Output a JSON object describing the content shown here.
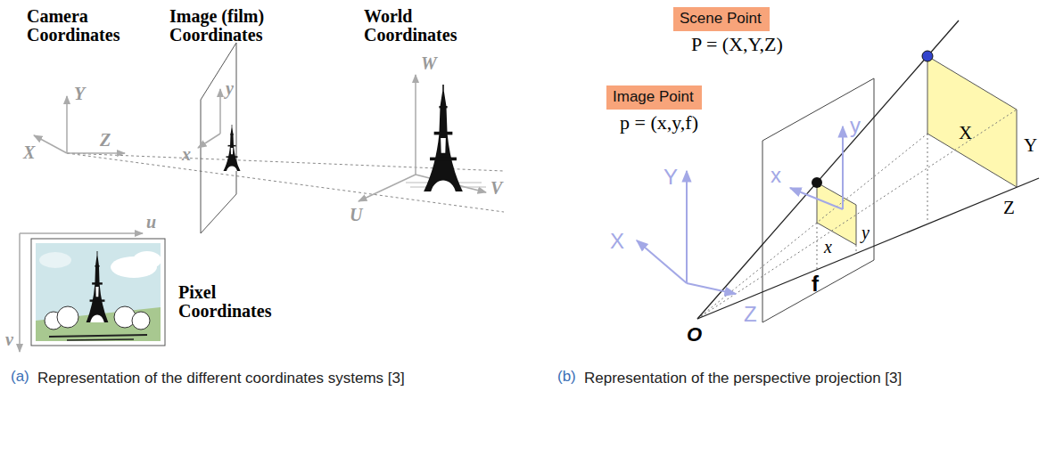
{
  "diagram": {
    "nodes": [
      {
        "text": [
          "Scene Point"
        ]
      },
      {
        "text": [
          "Image Point"
        ]
      }
    ],
    "labels": [
      "Camera Coordinates",
      "Image (film) Coordinates",
      "World Coordinates",
      "Y",
      "X",
      "Z",
      "y",
      "x",
      "W",
      "U",
      "V",
      "u",
      "v",
      "Pixel Coordinates",
      "(a)",
      "Representation of the different coordinates systems [3]",
      "P = (X,Y,Z)",
      "p = (x,y,f)",
      "Y",
      "X",
      "Z",
      "y",
      "x",
      "x",
      "y",
      "f",
      "X",
      "Y",
      "Z",
      "O",
      "(b)",
      "Representation of the perspective projection [3]"
    ]
  }
}
